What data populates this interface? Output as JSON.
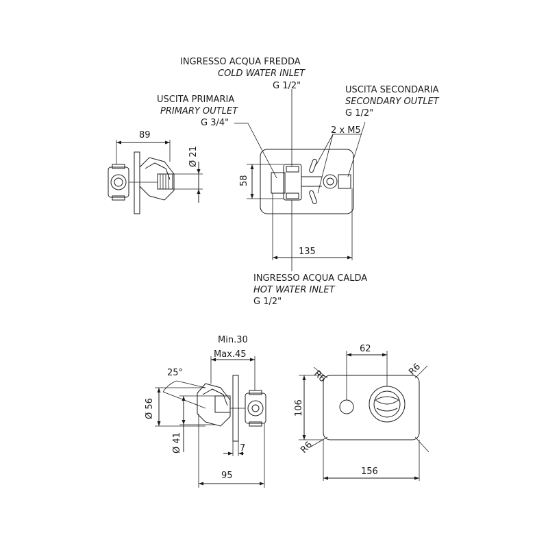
{
  "labels": {
    "cold_it": "INGRESSO ACQUA FREDDA",
    "cold_en": "COLD WATER INLET",
    "cold_g": "G 1/2\"",
    "primary_it": "USCITA PRIMARIA",
    "primary_en": "PRIMARY OUTLET",
    "primary_g": "G 3/4\"",
    "secondary_it": "USCITA SECONDARIA",
    "secondary_en": "SECONDARY OUTLET",
    "secondary_g": "G 1/2\"",
    "screws": "2 x M5",
    "hot_it": "INGRESSO ACQUA CALDA",
    "hot_en": "HOT WATER INLET",
    "hot_g": "G 1/2\""
  },
  "dimensions": {
    "d89": "89",
    "d21": "Ø 21",
    "d58": "58",
    "d135": "135",
    "min": "Min.30",
    "max": "Max.45",
    "angle": "25°",
    "d56": "Ø 56",
    "d41": "Ø 41",
    "d7": "7",
    "d95": "95",
    "d62": "62",
    "r6a": "R6",
    "r6b": "R6",
    "r6c": "R6",
    "d106": "106",
    "d156": "156"
  }
}
